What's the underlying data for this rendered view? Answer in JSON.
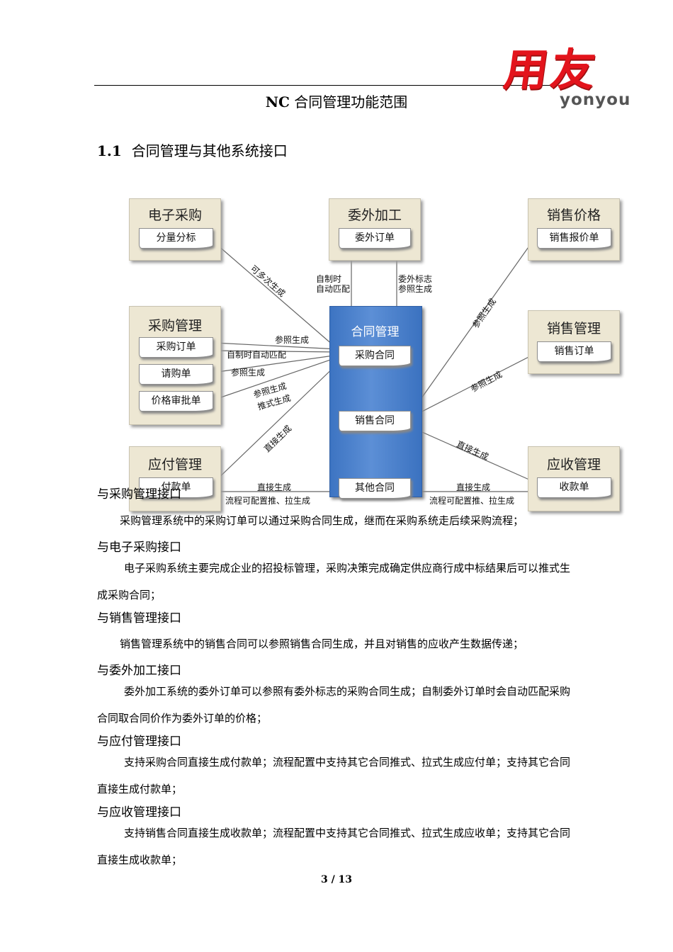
{
  "logo": {
    "chinese": "用友",
    "english": "yonyou"
  },
  "doc_title": {
    "bold": "NC",
    "rest": " 合同管理功能范围"
  },
  "section": {
    "number": "1.1",
    "title": "合同管理与其他系统接口"
  },
  "diagram": {
    "core": {
      "title": "合同管理",
      "purchase_contract": "采购合同",
      "sales_contract": "销售合同",
      "other_contract": "其他合同"
    },
    "eprocurement": {
      "title": "电子采购",
      "doc": "分量分标"
    },
    "outsourcing": {
      "title": "委外加工",
      "doc": "委外订单"
    },
    "sales_price": {
      "title": "销售价格",
      "doc": "销售报价单"
    },
    "purchase_mgmt": {
      "title": "采购管理",
      "doc1": "采购订单",
      "doc2": "请购单",
      "doc3": "价格审批单"
    },
    "sales_mgmt": {
      "title": "销售管理",
      "doc": "销售订单"
    },
    "payable_mgmt": {
      "title": "应付管理",
      "doc": "付款单"
    },
    "receivable_mgmt": {
      "title": "应收管理",
      "doc": "收款单"
    },
    "labels": {
      "multi_generate": "可多次生成",
      "self_made_1": "自制时",
      "self_made_2": "自动匹配",
      "outsource_flag_1": "委外标志",
      "outsource_flag_2": "参照生成",
      "ref_gen_price": "参照生成",
      "ref_gen_order_in": "参照生成",
      "self_auto_match": "自制时自动匹配",
      "ref_gen_request": "参照生成",
      "ref_gen_approve_1": "参照生成",
      "ref_gen_approve_2": "推式生成",
      "direct_gen_payable": "直接生成",
      "ref_gen_sales_order": "参照生成",
      "direct_gen_receivable": "直接生成",
      "other_to_payable_1": "直接生成",
      "other_to_payable_2": "流程可配置推、拉生成",
      "other_to_receivable_1": "直接生成",
      "other_to_receivable_2": "流程可配置推、拉生成"
    }
  },
  "sections": [
    {
      "heading": "与采购管理接口",
      "text": "采购管理系统中的采购订单可以通过采购合同生成，继而在采购系统走后续采购流程；"
    },
    {
      "heading": "与电子采购接口",
      "text": "电子采购系统主要完成企业的招投标管理，采购决策完成确定供应商行成中标结果后可以推式生成采购合同；"
    },
    {
      "heading": "与销售管理接口",
      "text": "销售管理系统中的销售合同可以参照销售合同生成，并且对销售的应收产生数据传递；"
    },
    {
      "heading": "与委外加工接口",
      "text": "委外加工系统的委外订单可以参照有委外标志的采购合同生成；自制委外订单时会自动匹配采购合同取合同价作为委外订单的价格；"
    },
    {
      "heading": "与应付管理接口",
      "text": "支持采购合同直接生成付款单；流程配置中支持其它合同推式、拉式生成应付单；支持其它合同直接生成付款单；"
    },
    {
      "heading": "与应收管理接口",
      "text": "支持销售合同直接生成收款单；流程配置中支持其它合同推式、拉式生成应收单；支持其它合同直接生成收款单；"
    }
  ],
  "footer": {
    "page": "3 / 13"
  }
}
